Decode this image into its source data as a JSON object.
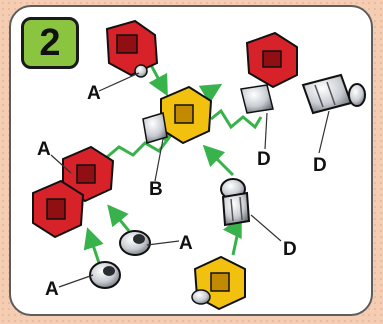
{
  "step": {
    "number": "2"
  },
  "labels": {
    "a_top": "A",
    "a_left_mid": "A",
    "a_center": "A",
    "a_bottom": "A",
    "b": "B",
    "d_right_small": "D",
    "d_right": "D",
    "d_lower": "D"
  },
  "colors": {
    "background": "#f4cdb2",
    "badge": "#8bc53f",
    "arrow": "#38b24a",
    "red_part": "#d8222a",
    "yellow_part": "#f2c10f",
    "silver_part": "#c8ccd2"
  }
}
